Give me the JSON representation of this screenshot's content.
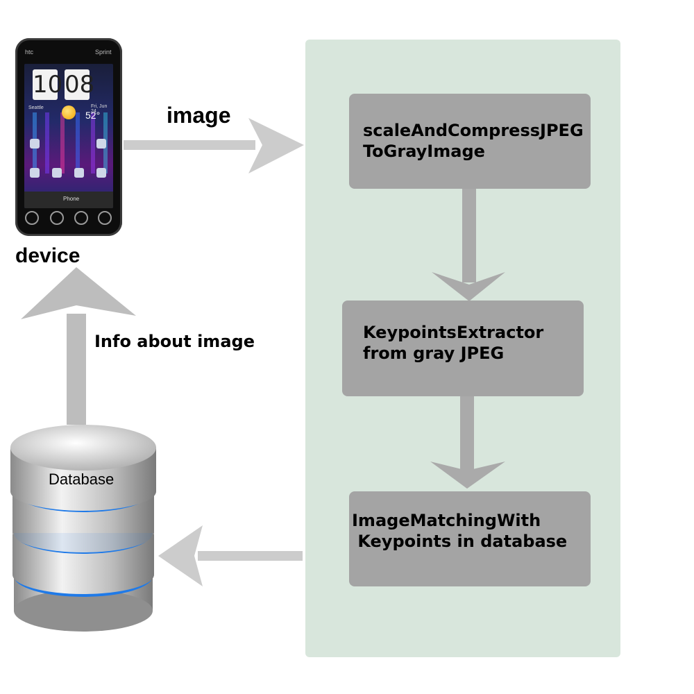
{
  "device_label": "device",
  "image_label": "image",
  "info_label": "Info about image",
  "database_label": "Database",
  "steps": [
    "scaleAndCompressJPEG\nToGrayImage",
    "KeypointsExtractor\nfrom gray JPEG",
    "ImageMatchingWith\n Keypoints in database"
  ],
  "phone": {
    "brand": "htc",
    "carrier": "Sprint",
    "hour": "10",
    "minute": "08",
    "date": "Fri, Jun 24",
    "city": "Seattle",
    "temperature": "52°",
    "dock_label": "Phone"
  },
  "colors": {
    "panel": "#d8e6dc",
    "box": "#a4a4a4",
    "arrow": "#cccccc",
    "db_glow": "#1f7ae8"
  }
}
